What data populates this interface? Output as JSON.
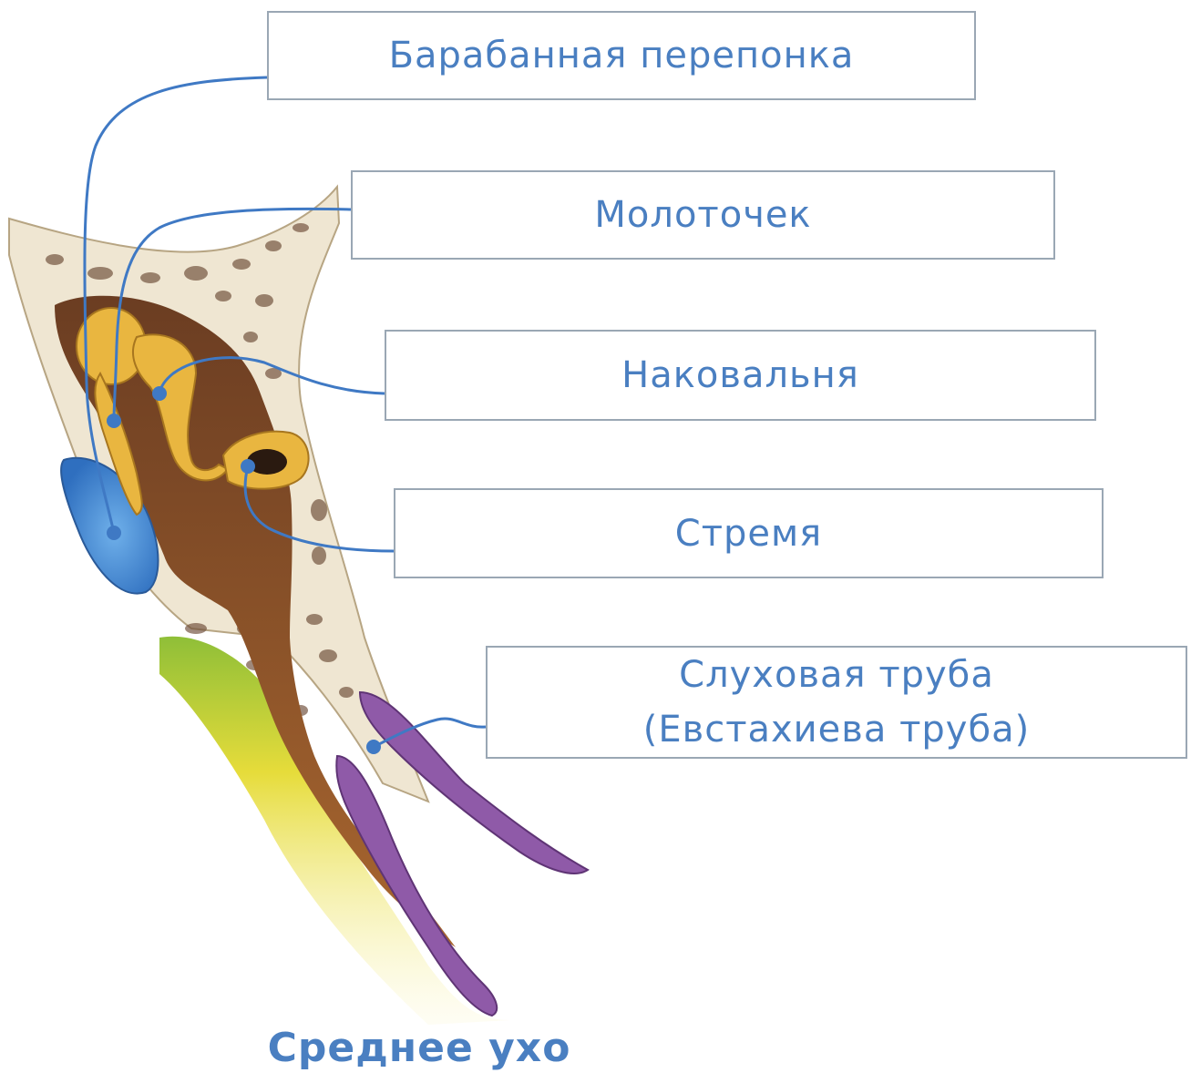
{
  "labels": {
    "eardrum": "Барабанная перепонка",
    "malleus": "Молоточек",
    "incus": "Наковальня",
    "stapes": "Стремя",
    "tube_line1": "Слуховая труба",
    "tube_line2": "(Евстахиева труба)"
  },
  "caption": "Среднее ухо",
  "colors": {
    "label_text": "#4a7fc1",
    "leader_line": "#3f79c4",
    "box_border": "#9aa7b4",
    "bone": "#efe6d2",
    "cavity": "#7a4a2c",
    "ossicles": "#e9b640",
    "eardrum": "#3f86d3",
    "tube_cartilage": "#8f5aa8",
    "soft_tissue_yellow": "#e6dc3a",
    "soft_tissue_green": "#8fbf38"
  }
}
